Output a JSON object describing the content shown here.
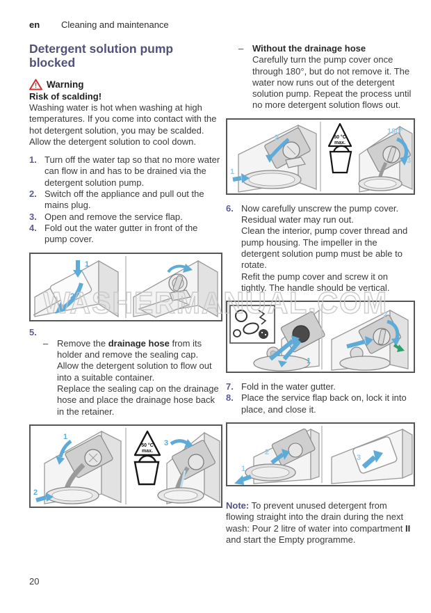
{
  "meta": {
    "lang_tag": "en",
    "header": "Cleaning and maintenance",
    "page_number": "20",
    "watermark": "WASHERMANUAL.COM"
  },
  "intro": {
    "title": "Detergent solution pump blocked",
    "warning_label": "Warning",
    "warning_icon": "red-triangle-exclamation",
    "risk_title": "Risk of scalding!",
    "risk_body": "Washing water is hot when washing at high temperatures. If you come into contact with the hot detergent solution, you may be scalded.\nAllow the detergent solution to cool down."
  },
  "steps": {
    "s1": {
      "num": "1.",
      "text": "Turn off the water tap so that no more water can flow in and has to be drained via the detergent solution pump."
    },
    "s2": {
      "num": "2.",
      "text": "Switch off the appliance and pull out the mains plug."
    },
    "s3": {
      "num": "3.",
      "text": "Open and remove the service flap."
    },
    "s4": {
      "num": "4.",
      "text": "Fold out the water gutter in front of the pump cover."
    },
    "s5": {
      "num": "5.",
      "dash": "–",
      "pre": "Remove the ",
      "bold": "drainage hose",
      "post": " from its holder and remove the sealing cap.\nAllow the detergent solution to flow out into a suitable container.\nReplace the sealing cap on the drainage hose and place the drainage hose back in the retainer."
    },
    "s6": {
      "num": "6.",
      "text": "Now carefully unscrew the pump cover. Residual water may run out.\nClean the interior, pump cover thread and pump housing. The impeller in the detergent solution pump must be able to rotate.\nRefit the pump cover and screw it on tightly. The handle should be vertical."
    },
    "s7": {
      "num": "7.",
      "text": "Fold in the water gutter."
    },
    "s8": {
      "num": "8.",
      "text": "Place the service flap back on, lock it into place, and close it."
    }
  },
  "without_hose": {
    "dash": "–",
    "title": "Without the drainage hose",
    "body": "Carefully turn the pump cover once through 180°, but do not remove it. The water now runs out of the detergent solution pump. Repeat the process until no more detergent solution flows out."
  },
  "note": {
    "label": "Note:",
    "pre": "To prevent unused detergent from flowing straight into the drain during the next wash: Pour 2 litre of water into compartment ",
    "bold": "II",
    "post": " and start the Empty programme."
  },
  "figures": {
    "fig1": {
      "caption": "remove service flap and fold out water gutter",
      "labels": {
        "a1": "1",
        "a2": "2"
      }
    },
    "fig2": {
      "caption": "drain via drainage hose into container",
      "labels": {
        "a1": "1",
        "a2": "2",
        "b3": "3"
      },
      "triangle_line1": "50 °C",
      "triangle_line2": "max."
    },
    "fig3": {
      "caption": "turn pump cover 180 degrees",
      "labels": {
        "a1": "1",
        "a2": "2",
        "b3": "3",
        "deg": "180°"
      },
      "triangle_line1": "50 °C",
      "triangle_line2": "max."
    },
    "fig4": {
      "caption": "unscrew pump cover, clean, refit",
      "labels": {
        "a1": "1",
        "b2": "2"
      }
    },
    "fig5": {
      "caption": "fold in gutter and refit service flap",
      "labels": {
        "a1": "1",
        "a2": "2",
        "b3": "3"
      }
    }
  },
  "colors": {
    "heading_accent": "#51517c",
    "step_number": "#5c5c94",
    "figure_arrow_blue": "#5FABD7",
    "figure_label_light_blue": "#9CCBE4",
    "figure_green": "#2E9E6B",
    "warning_red": "#d42f2f",
    "watermark_gray": "#c6c6c6"
  }
}
